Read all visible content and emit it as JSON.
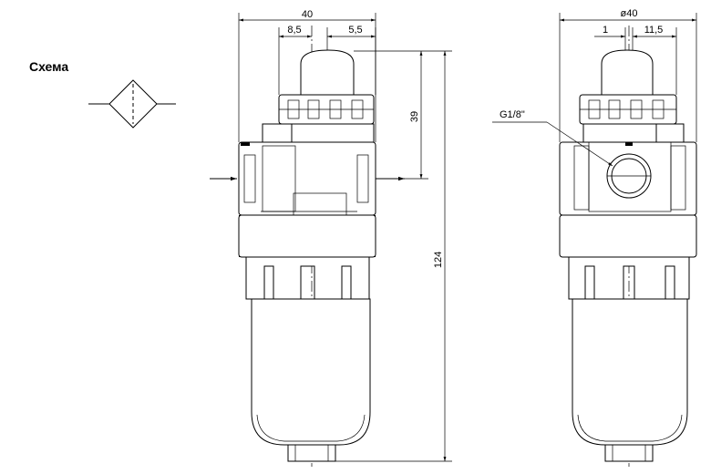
{
  "scheme_label": "Схема",
  "front_view": {
    "dim_width": "40",
    "dim_left_offset": "8,5",
    "dim_right_offset": "5,5",
    "dim_top_height": "39",
    "dim_total_height": "124"
  },
  "side_view": {
    "dim_diameter": "ø40",
    "dim_left_offset": "1",
    "dim_right_offset": "11,5",
    "thread_label": "G1/8\""
  }
}
